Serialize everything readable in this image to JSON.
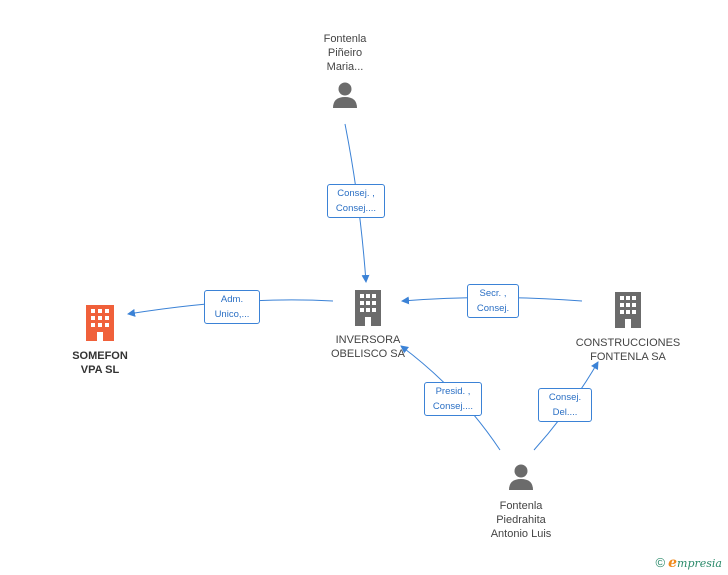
{
  "nodes": {
    "person_top": {
      "lines": [
        "Fontenla",
        "Piñeiro",
        "Maria..."
      ]
    },
    "inversora": {
      "lines": [
        "INVERSORA",
        "OBELISCO SA"
      ]
    },
    "somefon": {
      "lines": [
        "SOMEFON",
        "VPA SL"
      ]
    },
    "construcciones": {
      "lines": [
        "CONSTRUCCIONES",
        "FONTENLA SA"
      ]
    },
    "person_bottom": {
      "lines": [
        "Fontenla",
        "Piedrahita",
        "Antonio Luis"
      ]
    }
  },
  "edges": {
    "top_to_inversora": {
      "lines": [
        "Consej. ,",
        "Consej...."
      ]
    },
    "inversora_to_somefon": {
      "lines": [
        "Adm.",
        "Unico,..."
      ]
    },
    "construcciones_to_inversora": {
      "lines": [
        "Secr. ,",
        "Consej."
      ]
    },
    "bottom_to_inversora": {
      "lines": [
        "Presid. ,",
        "Consej...."
      ]
    },
    "bottom_to_construcciones": {
      "lines": [
        "Consej.",
        "Del...."
      ]
    }
  },
  "colors": {
    "edge": "#3b82d6",
    "company": "#6b6b6b",
    "focus_company": "#f0603a",
    "person": "#6b6b6b"
  },
  "footer": {
    "copyright": "©",
    "brand_e": "e",
    "brand_rest": "mpresia"
  }
}
